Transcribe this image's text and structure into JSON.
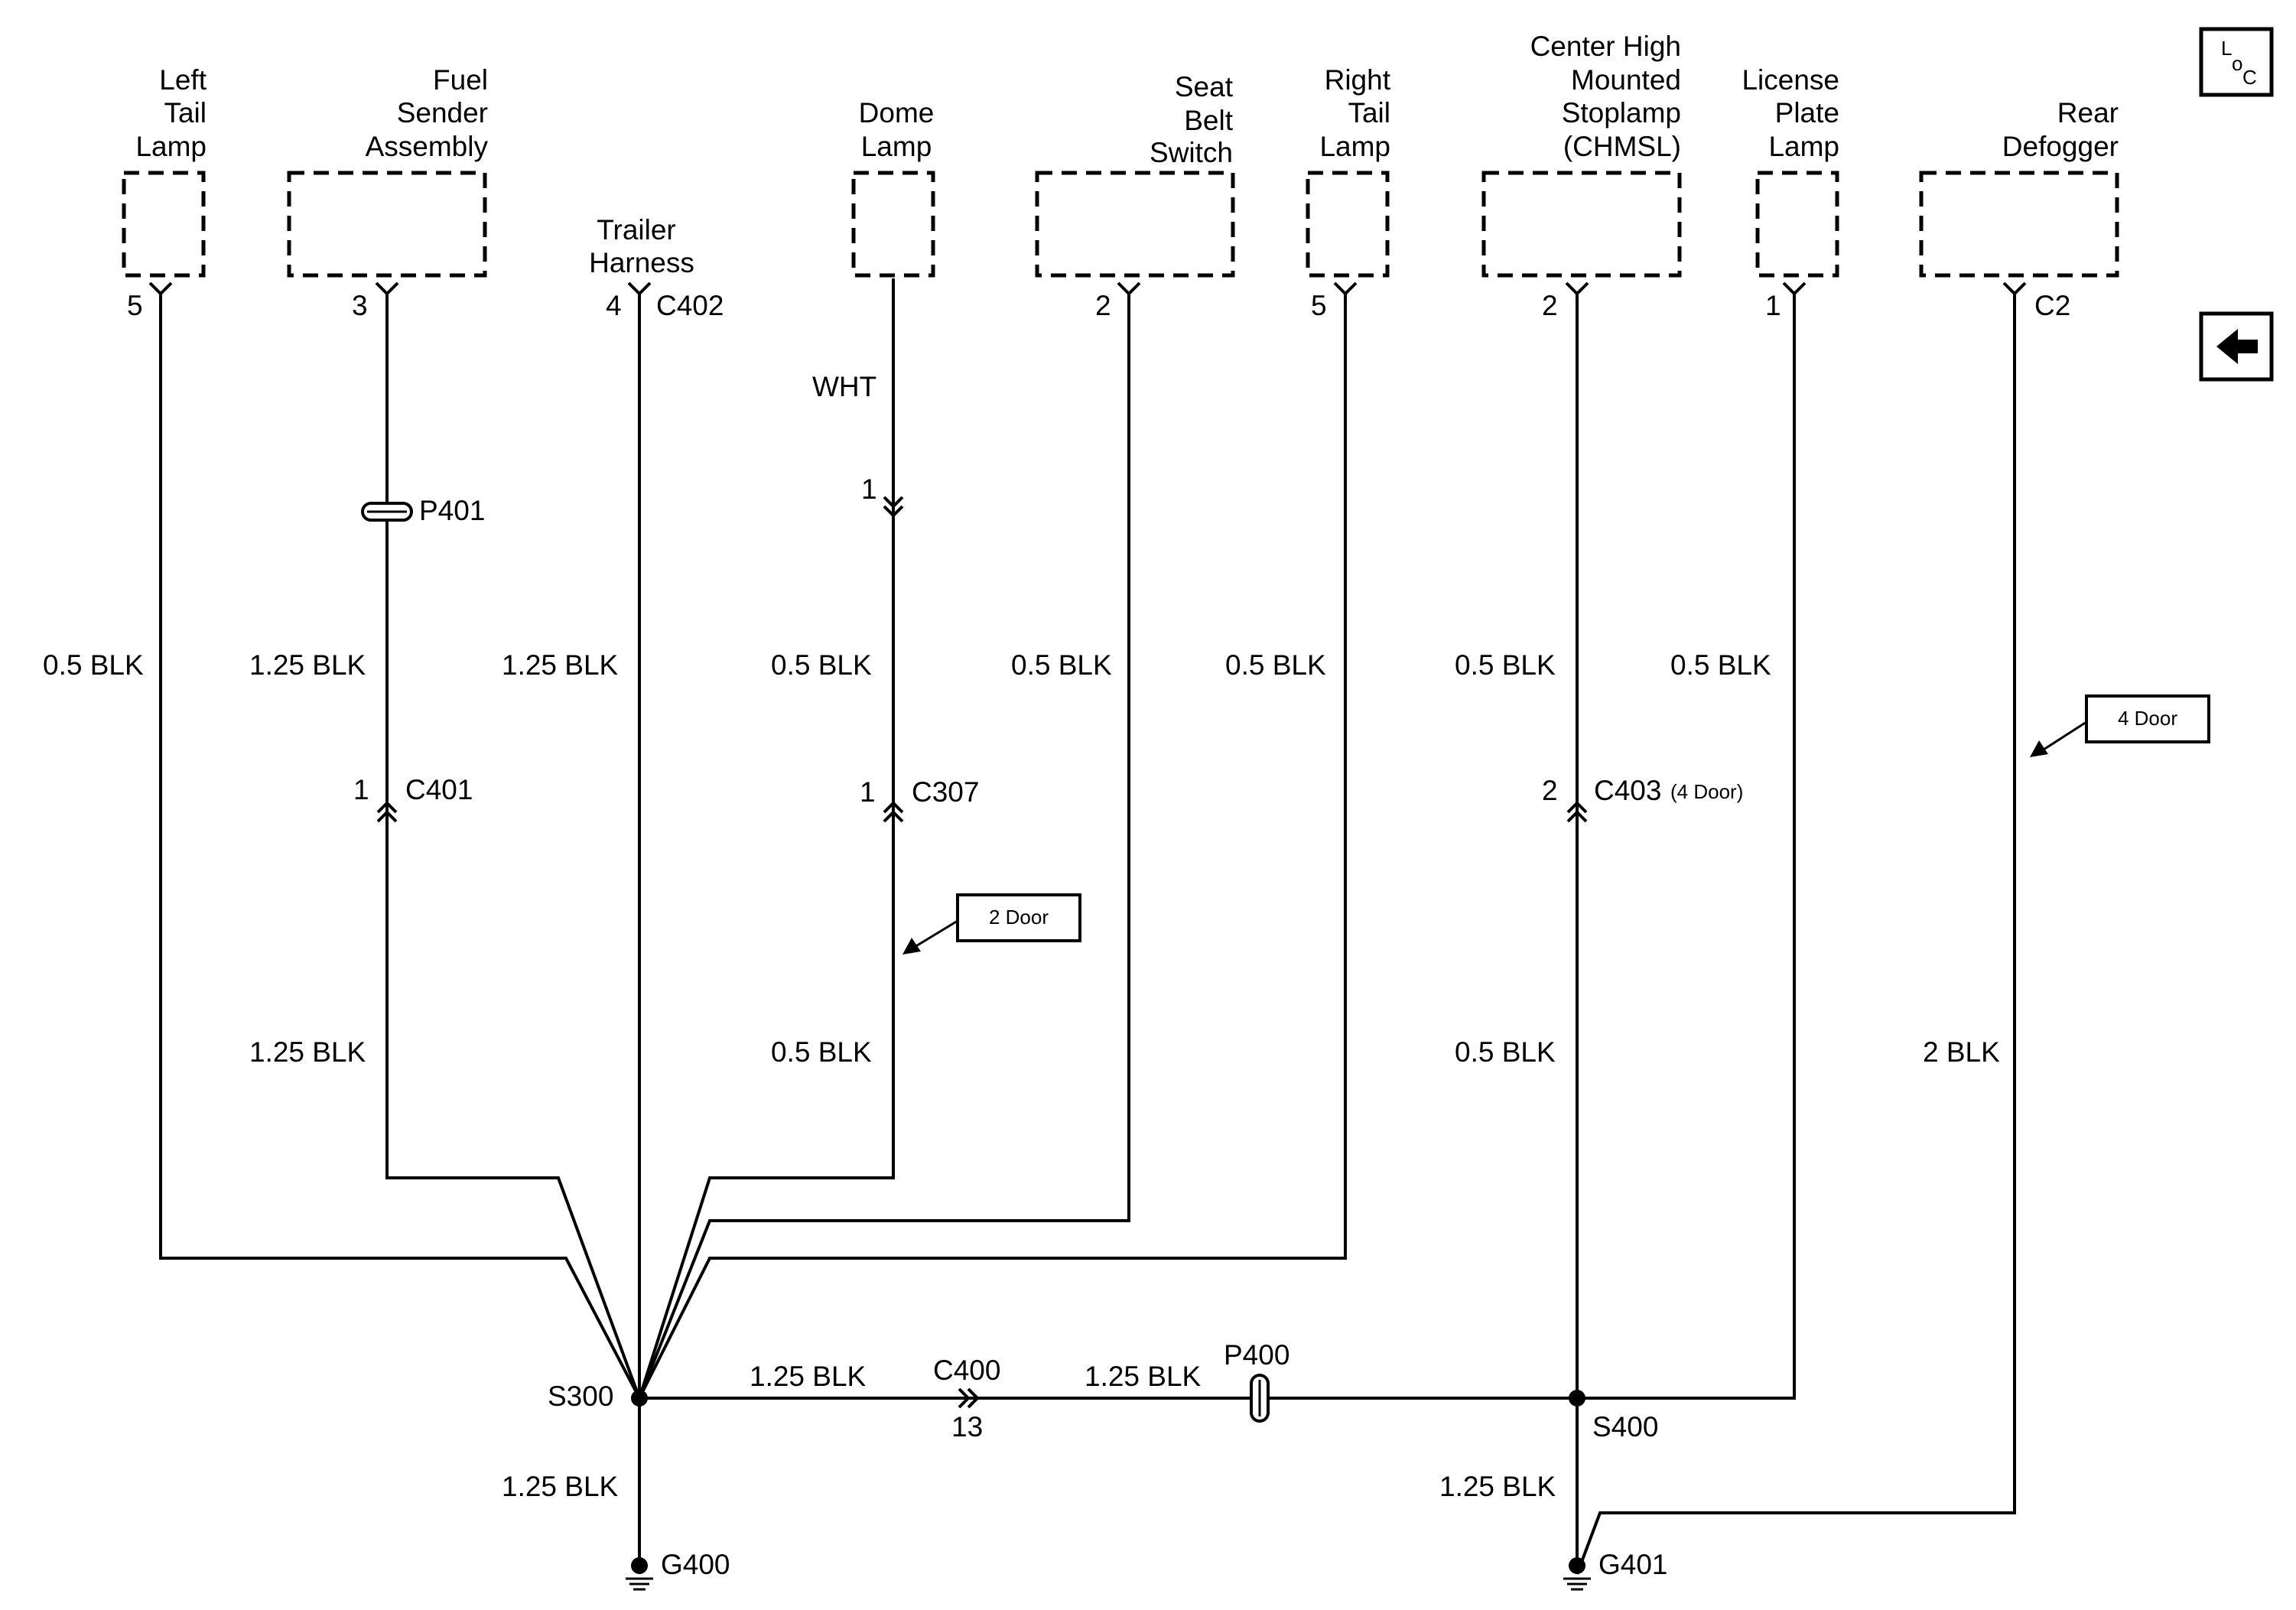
{
  "components": {
    "left_tail_lamp": [
      "Left",
      "Tail",
      "Lamp"
    ],
    "fuel_sender": [
      "Fuel",
      "Sender",
      "Assembly"
    ],
    "trailer_harness": [
      "Trailer",
      "Harness"
    ],
    "dome_lamp": [
      "Dome",
      "Lamp"
    ],
    "seat_belt_switch": [
      "Seat",
      "Belt",
      "Switch"
    ],
    "right_tail_lamp": [
      "Right",
      "Tail",
      "Lamp"
    ],
    "chmsl": [
      "Center High",
      "Mounted",
      "Stoplamp",
      "(CHMSL)"
    ],
    "license_plate_lamp": [
      "License",
      "Plate",
      "Lamp"
    ],
    "rear_defogger": [
      "Rear",
      "Defogger"
    ]
  },
  "pins": {
    "left_tail_lamp": "5",
    "fuel_sender": "3",
    "trailer_harness": "4",
    "seat_belt_switch": "2",
    "right_tail_lamp": "5",
    "chmsl": "2",
    "license_plate_lamp": "1",
    "dome_inline": "1",
    "c401": "1",
    "c307": "1",
    "c403": "2",
    "c400": "13"
  },
  "connectors": {
    "c402": "C402",
    "c2": "C2",
    "p401": "P401",
    "c401": "C401",
    "c307": "C307",
    "c403": "C403",
    "c403_note": "(4 Door)",
    "c400": "C400",
    "p400": "P400"
  },
  "wires": {
    "left_tail": "0.5 BLK",
    "fuel_upper": "1.25 BLK",
    "fuel_lower": "1.25 BLK",
    "trailer": "1.25 BLK",
    "dome_color": "WHT",
    "dome_upper": "0.5 BLK",
    "dome_lower": "0.5 BLK",
    "seat_belt": "0.5 BLK",
    "right_tail": "0.5 BLK",
    "chmsl_upper": "0.5 BLK",
    "chmsl_lower": "0.5 BLK",
    "license": "0.5 BLK",
    "defogger": "2 BLK",
    "s300_c400": "1.25 BLK",
    "c400_p400": "1.25 BLK",
    "s300_g400": "1.25 BLK",
    "s400_g401": "1.25 BLK"
  },
  "splices": {
    "s300": "S300",
    "s400": "S400"
  },
  "grounds": {
    "g400": "G400",
    "g401": "G401"
  },
  "notes": {
    "two_door": "2 Door",
    "four_door": "4 Door"
  },
  "nav": {
    "loc_top": "L",
    "loc_bottom": "C"
  }
}
